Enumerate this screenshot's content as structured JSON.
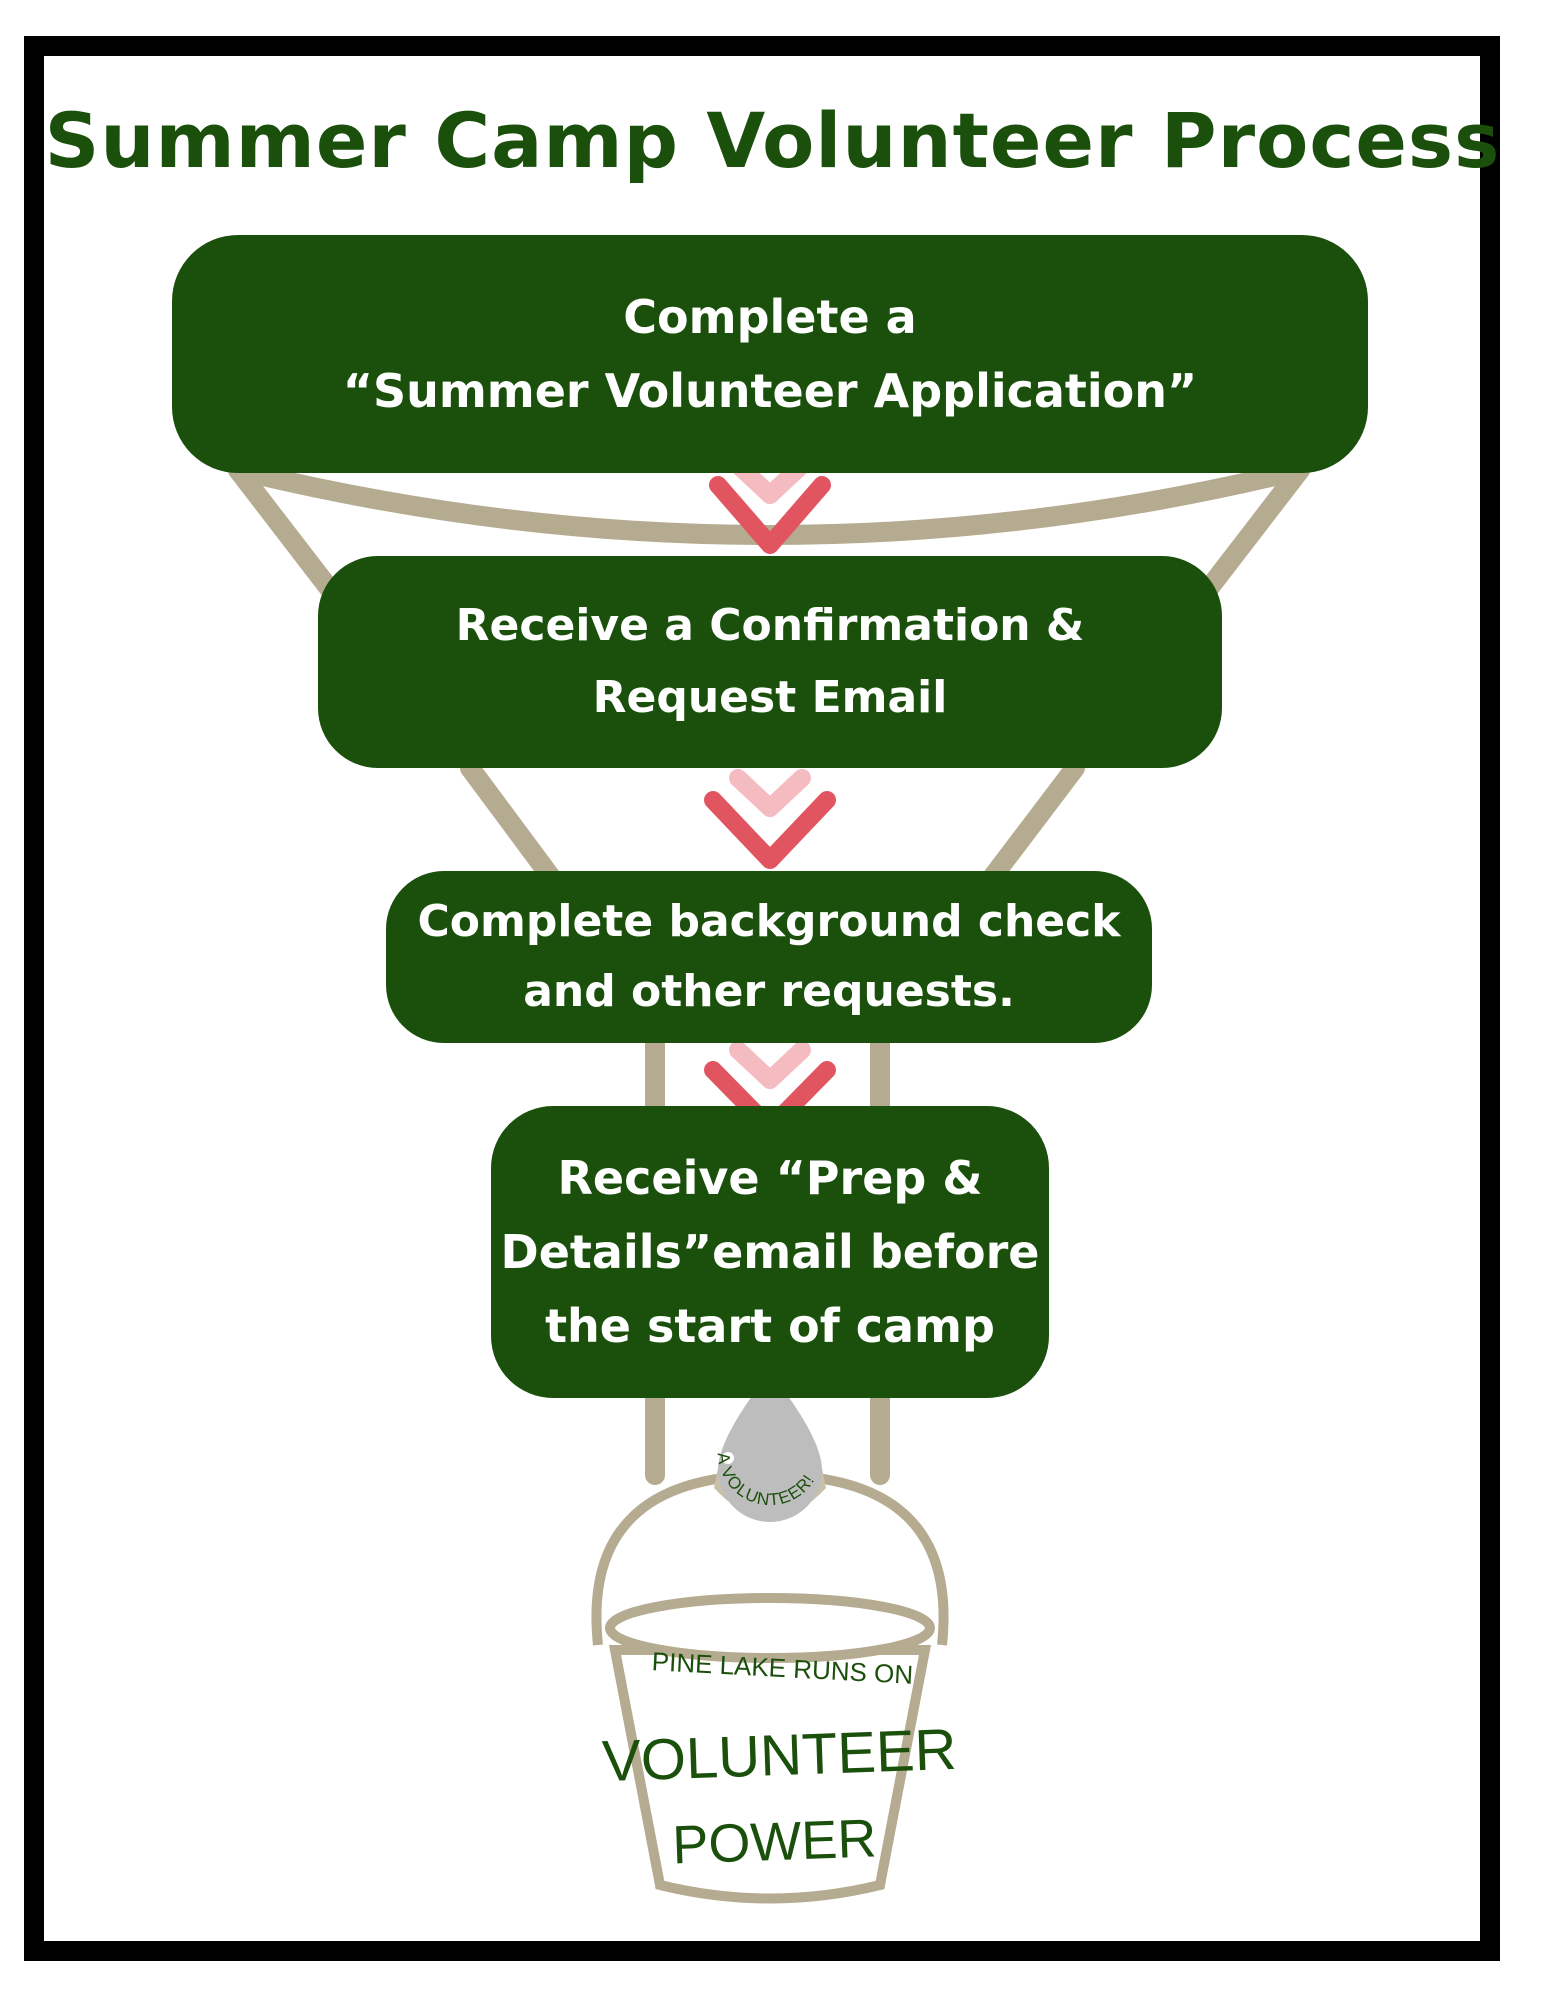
{
  "title": "Summer Camp Volunteer Process",
  "steps": [
    {
      "text": "Complete a\n“Summer Volunteer Application”"
    },
    {
      "text": "Receive a Confirmation &\nRequest Email"
    },
    {
      "text": "Complete background check\nand other requests."
    },
    {
      "text": "Receive “Prep &\nDetails”email before\nthe start of camp"
    }
  ],
  "drop_label": "A VOLUNTEER!",
  "bucket": {
    "rim_text": "PINE LAKE RUNS ON",
    "line1": "VOLUNTEER",
    "line2": "POWER"
  },
  "colors": {
    "step_fill": "#1b500c",
    "funnel": "#b5ab90",
    "chevron_dark": "#e05560",
    "chevron_light": "#f4bcc0",
    "drop": "#bdbdbd",
    "drop_base": "#c8c0a8",
    "title": "#1b500c",
    "border": "#000000"
  },
  "icons": [
    "chevron-down-icon",
    "water-drop-icon",
    "bucket-icon",
    "funnel-icon"
  ]
}
